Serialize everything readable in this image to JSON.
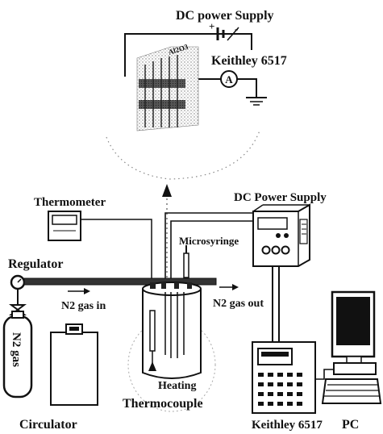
{
  "labels": {
    "dc_supply_top": "DC power Supply",
    "keithley_top": "Keithley 6517",
    "ammeter": "A",
    "al2o3": "Al2O3",
    "polarity_plus": "+",
    "polarity_minus": "-",
    "thermometer": "Thermometer",
    "dc_supply": "DC Power Supply",
    "microsyringe": "Microsyringe",
    "regulator": "Regulator",
    "gas_in": "N2 gas in",
    "gas_out": "N2 gas out",
    "n2_cylinder": "N2 gas",
    "heating": "Heating",
    "thermocouple": "Thermocouple",
    "circulator": "Circulator",
    "keithley_bottom": "Keithley 6517",
    "pc": "PC"
  },
  "colors": {
    "ink": "#111111",
    "background": "#ffffff",
    "shading": "#9a9a9a"
  }
}
